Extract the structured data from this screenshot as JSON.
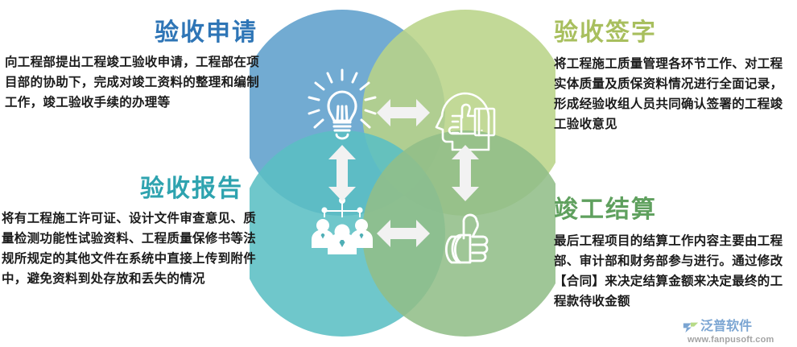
{
  "diagram": {
    "type": "venn-four-circle",
    "colors": {
      "top_left_circle": "#5F9FCC",
      "top_right_circle": "#BAD489",
      "bottom_left_circle": "#5BBFC4",
      "bottom_right_circle": "#92BE89",
      "arrow": "#F2F2F2",
      "icon_stroke": "#FFFFFF"
    },
    "circles": [
      {
        "name": "acceptance-application",
        "icon": "lightbulb-icon",
        "fill": "#5F9FCC"
      },
      {
        "name": "acceptance-signature",
        "icon": "head-thumbs-up-icon",
        "fill": "#BAD489"
      },
      {
        "name": "acceptance-report",
        "icon": "team-org-chart-icon",
        "fill": "#5BBFC4"
      },
      {
        "name": "completion-settlement",
        "icon": "thumbs-up-icon",
        "fill": "#92BE89"
      }
    ],
    "arrows": [
      {
        "name": "arrow-top-horizontal",
        "direction": "left-right"
      },
      {
        "name": "arrow-left-vertical",
        "direction": "up-down"
      },
      {
        "name": "arrow-right-vertical",
        "direction": "up-down"
      },
      {
        "name": "arrow-bottom-horizontal",
        "direction": "left-right"
      }
    ]
  },
  "blocks": {
    "acceptance_application": {
      "title": "验收申请",
      "title_color": "#2E75B6",
      "body": "向工程部提出工程竣工验收申请，工程部在项目部的协助下，完成对竣工资料的整理和编制工作，竣工验收手续的办理等"
    },
    "acceptance_signature": {
      "title": "验收签字",
      "title_color": "#A8BF5E",
      "body": "将工程施工质量管理各环节工作、对工程实体质量及质保资料情况进行全面记录，形成经验收组人员共同确认签署的工程竣工验收意见"
    },
    "acceptance_report": {
      "title": "验收报告",
      "title_color": "#2EA3AF",
      "body": "将有工程施工许可证、设计文件审查意见、质量检测功能性试验资料、工程质量保修书等法规所规定的其他文件在系统中直接上传到附件中，避免资料到处存放和丢失的情况"
    },
    "completion_settlement": {
      "title": "竣工结算",
      "title_color": "#5FA05E",
      "body": "最后工程项目的结算工作内容主要由工程部、审计部和财务部参与进行。通过修改【合同】来决定结算金额来决定最终的工程款待收金额"
    }
  },
  "watermark": {
    "brand_cn": "泛普软件",
    "url": "www.fanpusoft.com"
  }
}
